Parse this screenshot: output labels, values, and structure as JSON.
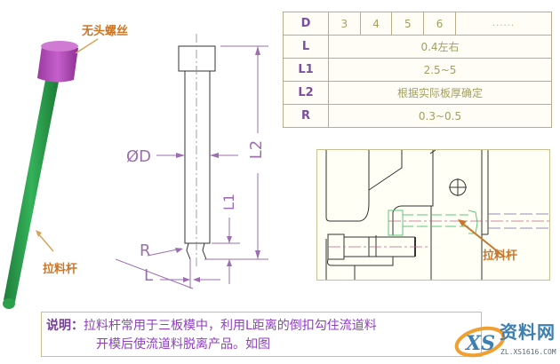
{
  "title_labels": {
    "headless_screw": "无头螺丝",
    "sprue_puller_left": "拉料杆",
    "sprue_puller_right": "拉料杆"
  },
  "dimension_labels": {
    "diameter": "ØD",
    "l2": "L2",
    "l1": "L1",
    "r": "R",
    "l": "L"
  },
  "spec_table": {
    "rows": [
      {
        "header": "D",
        "cells": [
          "3",
          "4",
          "5",
          "6",
          "......"
        ]
      },
      {
        "header": "L",
        "value": "0.4左右"
      },
      {
        "header": "L1",
        "value": "2.5~5"
      },
      {
        "header": "L2",
        "value": "根据实际板厚确定"
      },
      {
        "header": "R",
        "value": "0.3~0.5"
      }
    ]
  },
  "note": {
    "prefix": "说明：",
    "line1": "拉料杆常用于三板模中，利用L距离的倒扣勾住流道料",
    "line2": "开模后使流道料脱离产品。如图"
  },
  "watermark": {
    "logo_text": "资料网",
    "url": "ZL.XS1616.COM"
  },
  "colors": {
    "rod_green": "#2a9e4a",
    "screw_magenta": "#b04ab8",
    "dimension_purple": "#9b6fb0",
    "label_orange": "#c9772b",
    "table_border": "#b8ad8a"
  }
}
